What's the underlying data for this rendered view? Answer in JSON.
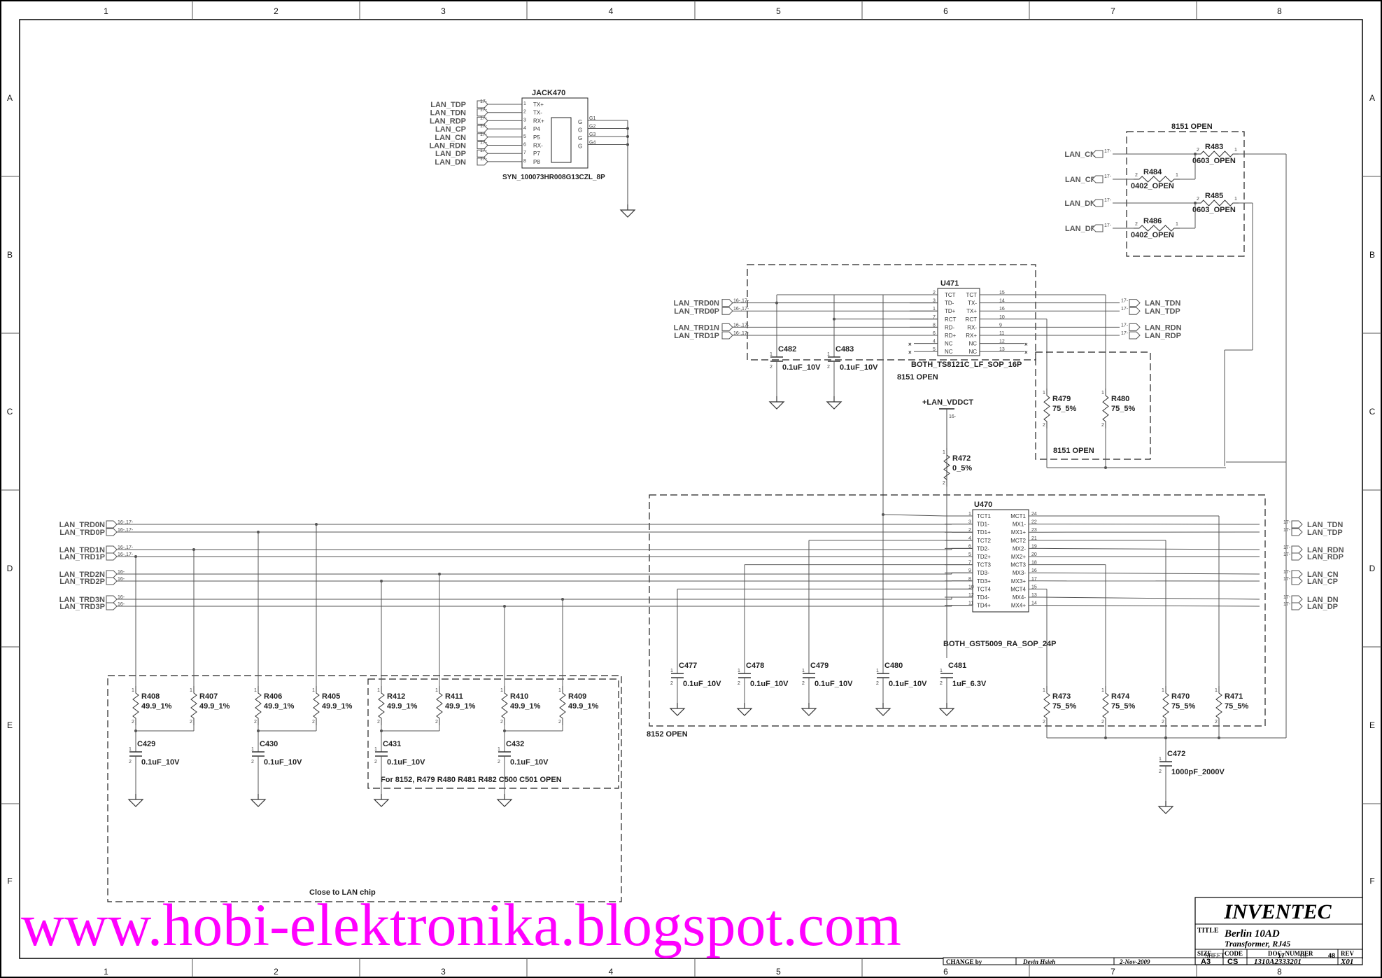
{
  "grid": {
    "cols": [
      "1",
      "2",
      "3",
      "4",
      "5",
      "6",
      "7",
      "8"
    ],
    "rows": [
      "A",
      "B",
      "C",
      "D",
      "E",
      "F"
    ]
  },
  "jack": {
    "ref": "JACK470",
    "part": "SYN_100073HR008G13CZL_8P",
    "nets": [
      "LAN_TDP",
      "LAN_TDN",
      "LAN_RDP",
      "LAN_CP",
      "LAN_CN",
      "LAN_RDN",
      "LAN_DP",
      "LAN_DN"
    ],
    "pins": [
      "TX+",
      "TX-",
      "RX+",
      "P4",
      "P5",
      "RX-",
      "P7",
      "P8"
    ],
    "pin_nums": [
      "1",
      "2",
      "3",
      "4",
      "5",
      "6",
      "7",
      "8"
    ],
    "sheet_ref": "17-",
    "g_pins": [
      "G1",
      "G2",
      "G3",
      "G4"
    ],
    "g_label": "G"
  },
  "open_box_top": {
    "title": "8151  OPEN",
    "nets": [
      "LAN_CN",
      "LAN_CP",
      "LAN_DN",
      "LAN_DP"
    ],
    "resistors": [
      {
        "ref": "R483",
        "value": "0603_OPEN"
      },
      {
        "ref": "R484",
        "value": "0402_OPEN"
      },
      {
        "ref": "R485",
        "value": "0603_OPEN"
      },
      {
        "ref": "R486",
        "value": "0402_OPEN"
      }
    ]
  },
  "u471": {
    "ref": "U471",
    "part": "BOTH_TS8121C_LF_SOP_16P",
    "box_label": "8151  OPEN",
    "left_nets": [
      "LAN_TRD0N",
      "LAN_TRD0P",
      "LAN_TRD1N",
      "LAN_TRD1P"
    ],
    "left_sheet_ref": "16-,17-",
    "left_pins": [
      "TCT",
      "TD-",
      "TD+",
      "RCT",
      "RD-",
      "RD+",
      "NC",
      "NC"
    ],
    "left_nums": [
      "2",
      "3",
      "1",
      "7",
      "8",
      "6",
      "4",
      "5"
    ],
    "right_pins": [
      "TCT",
      "TX-",
      "TX+",
      "RCT",
      "RX-",
      "RX+",
      "NC",
      "NC"
    ],
    "right_nums": [
      "15",
      "14",
      "16",
      "10",
      "9",
      "11",
      "12",
      "13"
    ],
    "right_nets": [
      "LAN_TDN",
      "LAN_TDP",
      "LAN_RDN",
      "LAN_RDP"
    ],
    "caps": [
      {
        "ref": "C482",
        "value": "0.1uF_10V"
      },
      {
        "ref": "C483",
        "value": "0.1uF_10V"
      }
    ]
  },
  "r479_box": {
    "label": "8151  OPEN",
    "resistors": [
      {
        "ref": "R479",
        "value": "75_5%"
      },
      {
        "ref": "R480",
        "value": "75_5%"
      }
    ]
  },
  "vddct": {
    "label": "+LAN_VDDCT",
    "sheet_ref": "16-",
    "resistor": {
      "ref": "R472",
      "value": "0_5%"
    }
  },
  "u470": {
    "ref": "U470",
    "part": "BOTH_GST5009_RA_SOP_24P",
    "box_label": "8152  OPEN",
    "left_nets": [
      "LAN_TRD0N",
      "LAN_TRD0P",
      "LAN_TRD1N",
      "LAN_TRD1P",
      "LAN_TRD2N",
      "LAN_TRD2P",
      "LAN_TRD3N",
      "LAN_TRD3P"
    ],
    "left_refs": [
      "16-,17-",
      "16-,17-",
      "16-,17-",
      "16-,17-",
      "16-",
      "16-",
      "16-",
      "16-"
    ],
    "left_pins": [
      "TCT1",
      "TD1-",
      "TD1+",
      "TCT2",
      "TD2-",
      "TD2+",
      "TCT3",
      "TD3-",
      "TD3+",
      "TCT4",
      "TD4-",
      "TD4+"
    ],
    "left_nums": [
      "1",
      "3",
      "2",
      "4",
      "6",
      "5",
      "7",
      "9",
      "8",
      "10",
      "12",
      "11"
    ],
    "right_pins": [
      "MCT1",
      "MX1-",
      "MX1+",
      "MCT2",
      "MX2-",
      "MX2+",
      "MCT3",
      "MX3-",
      "MX3+",
      "MCT4",
      "MX4-",
      "MX4+"
    ],
    "right_nums": [
      "24",
      "22",
      "23",
      "21",
      "19",
      "20",
      "18",
      "16",
      "17",
      "15",
      "13",
      "14"
    ],
    "right_nets": [
      "LAN_TDN",
      "LAN_TDP",
      "LAN_RDN",
      "LAN_RDP",
      "LAN_CN",
      "LAN_CP",
      "LAN_DN",
      "LAN_DP"
    ],
    "caps": [
      {
        "ref": "C477",
        "value": "0.1uF_10V"
      },
      {
        "ref": "C478",
        "value": "0.1uF_10V"
      },
      {
        "ref": "C479",
        "value": "0.1uF_10V"
      },
      {
        "ref": "C480",
        "value": "0.1uF_10V"
      },
      {
        "ref": "C481",
        "value": "1uF_6.3V"
      }
    ],
    "resistors": [
      {
        "ref": "R473",
        "value": "75_5%"
      },
      {
        "ref": "R474",
        "value": "75_5%"
      },
      {
        "ref": "R470",
        "value": "75_5%"
      },
      {
        "ref": "R471",
        "value": "75_5%"
      }
    ]
  },
  "c472": {
    "ref": "C472",
    "value": "1000pF_2000V"
  },
  "term": {
    "resistors": [
      {
        "ref": "R408",
        "value": "49.9_1%"
      },
      {
        "ref": "R407",
        "value": "49.9_1%"
      },
      {
        "ref": "R406",
        "value": "49.9_1%"
      },
      {
        "ref": "R405",
        "value": "49.9_1%"
      },
      {
        "ref": "R412",
        "value": "49.9_1%"
      },
      {
        "ref": "R411",
        "value": "49.9_1%"
      },
      {
        "ref": "R410",
        "value": "49.9_1%"
      },
      {
        "ref": "R409",
        "value": "49.9_1%"
      }
    ],
    "caps": [
      {
        "ref": "C429",
        "value": "0.1uF_10V"
      },
      {
        "ref": "C430",
        "value": "0.1uF_10V"
      },
      {
        "ref": "C431",
        "value": "0.1uF_10V"
      },
      {
        "ref": "C432",
        "value": "0.1uF_10V"
      }
    ],
    "note": "For 8152, R479 R480 R481 R482 C500 C501 OPEN",
    "close_label": "Close to LAN chip"
  },
  "watermark": "www.hobi-elektronika.blogspot.com",
  "title_block": {
    "company": "INVENTEC",
    "title_label": "TITLE",
    "title1": "Berlin 10AD",
    "title2": "Transformer, RJ45",
    "size_label": "SIZE",
    "size": "A3",
    "code_label": "CODE",
    "code": "CS",
    "doc_label": "DOC. NUMBER",
    "doc": "1310A2333201",
    "rev_label": "REV",
    "rev": "X01",
    "change_label": "CHANGE by",
    "author": "Devin Hsieh",
    "date": "2-Nov-2009",
    "sheet_label": "SHEET",
    "sheet": "17",
    "of_label": "OF",
    "total": "48"
  },
  "pin_end": {
    "p1": "1",
    "p2": "2"
  }
}
